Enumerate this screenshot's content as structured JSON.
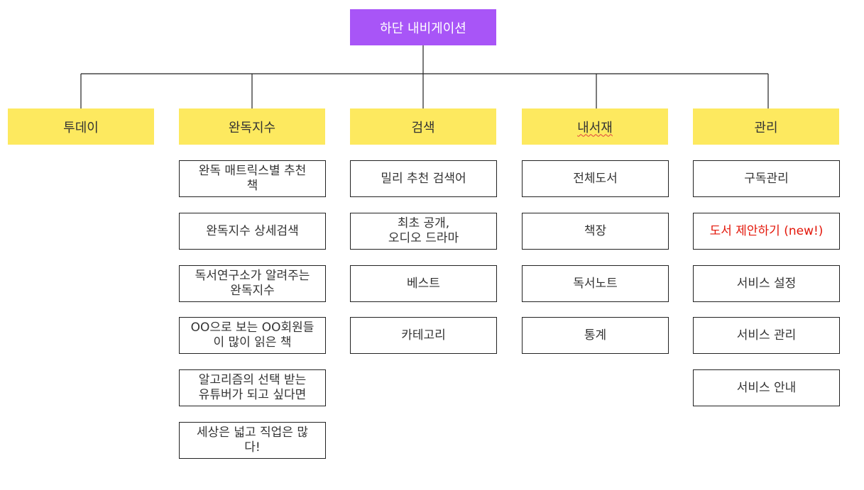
{
  "root": {
    "label": "하단 내비게이션",
    "color": "#a855f7"
  },
  "category_color": "#fde95f",
  "categories": [
    {
      "label": "투데이",
      "items": []
    },
    {
      "label": "완독지수",
      "items": [
        "완독 매트릭스별 추천\n책",
        "완독지수 상세검색",
        "독서연구소가 알려주는\n완독지수",
        "OO으로 보는 OO회원들\n이 많이 읽은 책",
        "알고리즘의 선택 받는\n유튜버가 되고 싶다면",
        "세상은 넓고 직업은 많\n다!"
      ]
    },
    {
      "label": "검색",
      "items": [
        "밀리 추천 검색어",
        "최초 공개,\n오디오 드라마",
        "베스트",
        "카테고리"
      ]
    },
    {
      "label": "내서재",
      "items": [
        "전체도서",
        "책장",
        "독서노트",
        "통계"
      ]
    },
    {
      "label": "관리",
      "items": [
        "구독관리",
        "도서 제안하기 (new!)",
        "서비스 설정",
        "서비스 관리",
        "서비스 안내"
      ]
    }
  ],
  "highlight_color": "#e3170a"
}
